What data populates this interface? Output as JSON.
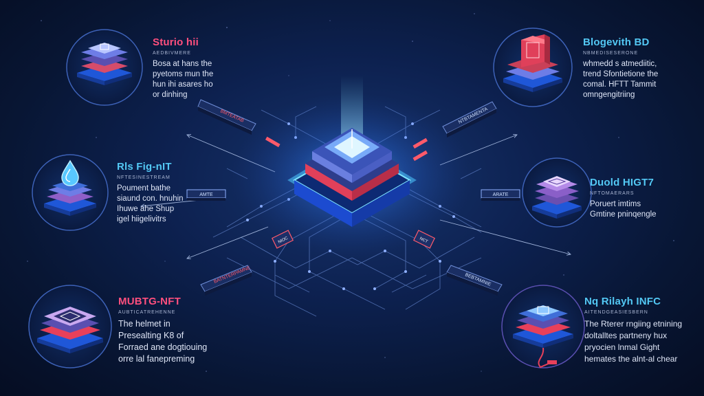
{
  "colors": {
    "accent_blue": "#2f6bff",
    "glow_cyan": "#6fd8ff",
    "accent_red": "#ff4a5a",
    "title_pink": "#ff4f7e",
    "title_cyan": "#53c8f4"
  },
  "nodes": {
    "top_left": {
      "title": "Sturio hii",
      "subtitle": "AEDBIVMERE",
      "lines": [
        "Bosa at hans the",
        "pyetoms mun the",
        "hun ihi asares ho",
        "or dinhing"
      ],
      "title_color": "#ff4f7e",
      "icon": "stacked-chip-icon"
    },
    "middle_left": {
      "title": "Rls Fig-nIT",
      "subtitle": "NFTESINESTREAM",
      "lines": [
        "Poument bathe",
        "siaund con. hnuhin",
        "Ihuwe ahe Shup",
        "igel hiigelivitrs"
      ],
      "title_color": "#53c8f4",
      "icon": "water-drop-icon"
    },
    "bottom_left": {
      "title": "MUBTG-NFT",
      "subtitle": "AUBTICATREHENNE",
      "lines": [
        "The helmet in",
        "Presealting K8 of",
        "Forraed ane dogtiouing",
        "orre lal fanepreming"
      ],
      "title_color": "#ff4f7e",
      "icon": "flat-chip-icon"
    },
    "top_right": {
      "title": "Blogevith BD",
      "subtitle": "NBMEDISESERONE",
      "lines": [
        "whmedd s atmediitic,",
        "trend Sfontietione the",
        "comal. HFTT Tammit",
        "omngengitriing"
      ],
      "title_color": "#53c8f4",
      "icon": "red-cube-icon"
    },
    "middle_right": {
      "title": "Duold HIGT7",
      "subtitle": "NFTOMAERARS",
      "lines": [
        "Poruert imtims",
        "Gmtine pninqengle"
      ],
      "title_color": "#53c8f4",
      "icon": "layered-chip-icon"
    },
    "bottom_right": {
      "title": "Nq Rilayh INFC",
      "subtitle": "AITENDGEASIESBERN",
      "lines": [
        "The Rterer rngiing etnining",
        "doltalltes partneny hux",
        "pryocien lnmal Gight",
        "hemates the alnt-al chear"
      ],
      "title_color": "#53c8f4",
      "icon": "chip-cable-icon"
    }
  },
  "connectors": {
    "tl_tag": "BMTEATAB",
    "tr_tag": "NTBTAMENTA",
    "ml_tag": "AMTE",
    "mr_tag": "ARATE",
    "bl_tag": "BATNTERPAMNE",
    "br_tag": "BEBTAMNIE",
    "mini_left": "NIOC",
    "mini_right": "NCT"
  }
}
